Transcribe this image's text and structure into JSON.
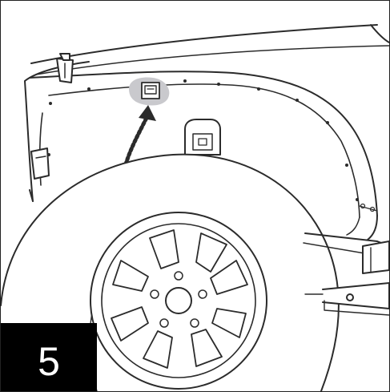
{
  "step": {
    "number": "5",
    "badge_color": "#000000",
    "number_color": "#ffffff"
  },
  "illustration": {
    "subject": "jeep-front-fender-flare-and-wheel",
    "highlight_color": "#c9c9cd",
    "arrow_style": "dashed"
  }
}
